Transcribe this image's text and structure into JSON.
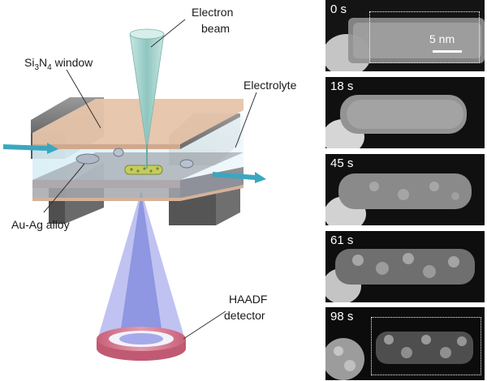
{
  "labels": {
    "electron_beam_line1": "Electron",
    "electron_beam_line2": "beam",
    "window_prefix": "Si",
    "window_sub1": "3",
    "window_mid": "N",
    "window_sub2": "4",
    "window_suffix": " window",
    "electrolyte": "Electrolyte",
    "alloy": "Au-Ag alloy",
    "detector_line1": "HAADF",
    "detector_line2": "detector"
  },
  "frames": [
    {
      "time_label": "0 s"
    },
    {
      "time_label": "18 s"
    },
    {
      "time_label": "45 s"
    },
    {
      "time_label": "61 s"
    },
    {
      "time_label": "98 s"
    }
  ],
  "scale_bar": {
    "label": "5 nm"
  },
  "colors": {
    "beam": "#9ecfc8",
    "cone": "#9a9fe0",
    "detector_ring": "#d6728a",
    "window": "#e7c6ac",
    "electrolyte_arrow": "#3aa7c0",
    "holder": "#5d5d5d"
  }
}
